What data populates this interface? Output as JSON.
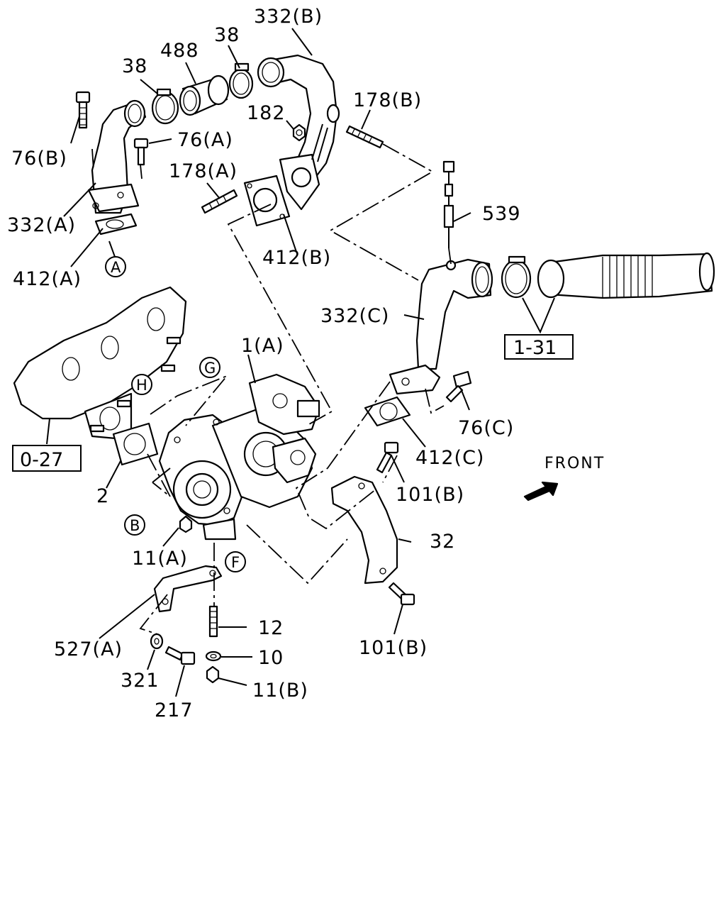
{
  "labels": {
    "p332b": "332(B)",
    "p38_top": "38",
    "p488": "488",
    "p38_left": "38",
    "p178b": "178(B)",
    "p182": "182",
    "p76a": "76(A)",
    "p76b": "76(B)",
    "p178a": "178(A)",
    "p539": "539",
    "p332a": "332(A)",
    "p412a": "412(A)",
    "p412b": "412(B)",
    "p332c": "332(C)",
    "p1a": "1(A)",
    "p76c": "76(C)",
    "p412c": "412(C)",
    "p101b_upper": "101(B)",
    "p2": "2",
    "p11a": "11(A)",
    "p32": "32",
    "p12": "12",
    "p10": "10",
    "p11b": "11(B)",
    "p527a": "527(A)",
    "p321": "321",
    "p217": "217",
    "p101b_lower": "101(B)"
  },
  "references": {
    "ref_131": "1-31",
    "ref_027": "0-27"
  },
  "circled": {
    "a": "A",
    "b": "B",
    "f": "F",
    "g": "G",
    "h": "H"
  },
  "front_label": "FRONT"
}
